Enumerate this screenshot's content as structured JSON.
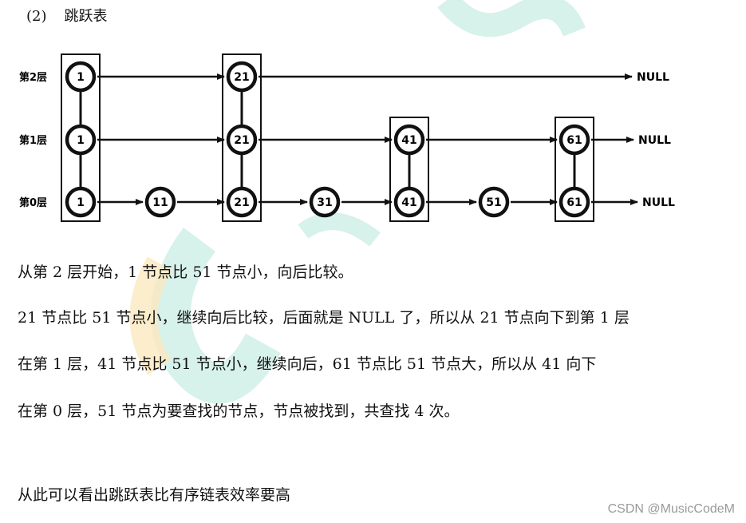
{
  "heading": {
    "number": "(2)",
    "title": "跳跃表"
  },
  "diagram": {
    "layer_labels": [
      "第2层",
      "第1层",
      "第0层"
    ],
    "levels": [
      {
        "level": 2,
        "nodes": [
          "1",
          "21"
        ],
        "end": "NULL"
      },
      {
        "level": 1,
        "nodes": [
          "1",
          "21",
          "41",
          "61"
        ],
        "end": "NULL"
      },
      {
        "level": 0,
        "nodes": [
          "1",
          "11",
          "21",
          "31",
          "41",
          "51",
          "61"
        ],
        "end": "NULL"
      }
    ],
    "towers": [
      {
        "value": "1",
        "levels": [
          2,
          1,
          0
        ]
      },
      {
        "value": "21",
        "levels": [
          2,
          1,
          0
        ]
      },
      {
        "value": "41",
        "levels": [
          1,
          0
        ]
      },
      {
        "value": "61",
        "levels": [
          1,
          0
        ]
      }
    ]
  },
  "paragraphs": [
    "从第 2 层开始，1 节点比 51 节点小，向后比较。",
    "21 节点比 51 节点小，继续向后比较，后面就是 NULL 了，所以从 21 节点向下到第 1 层",
    "在第 1 层，41 节点比 51 节点小，继续向后，61 节点比 51 节点大，所以从 41 向下",
    "在第 0 层，51 节点为要查找的节点，节点被找到，共查找 4 次。",
    "从此可以看出跳跃表比有序链表效率要高"
  ],
  "watermark": "CSDN @MusicCodeM"
}
